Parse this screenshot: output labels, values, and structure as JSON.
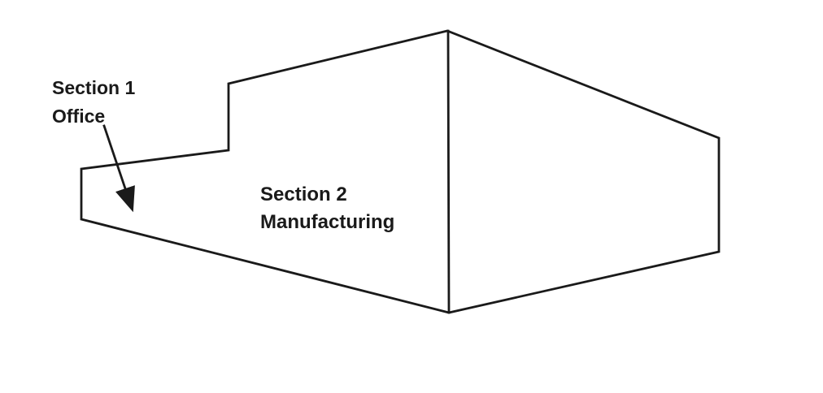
{
  "diagram": {
    "labels": {
      "section1": {
        "line1": "Section 1",
        "line2": "Office"
      },
      "section2": {
        "line1": "Section 2",
        "line2": "Manufacturing"
      }
    },
    "colors": {
      "line": "#1a1a1a",
      "background": "#ffffff"
    }
  }
}
